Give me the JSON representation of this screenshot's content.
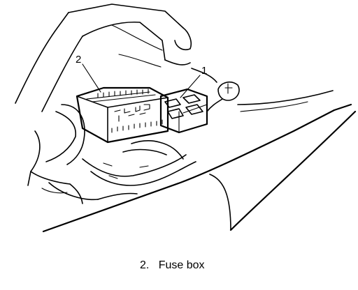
{
  "callouts": [
    {
      "number": "1",
      "target": "relay"
    },
    {
      "number": "2",
      "target": "fuse box"
    }
  ],
  "caption": {
    "number": "2.",
    "text": "Fuse box"
  }
}
